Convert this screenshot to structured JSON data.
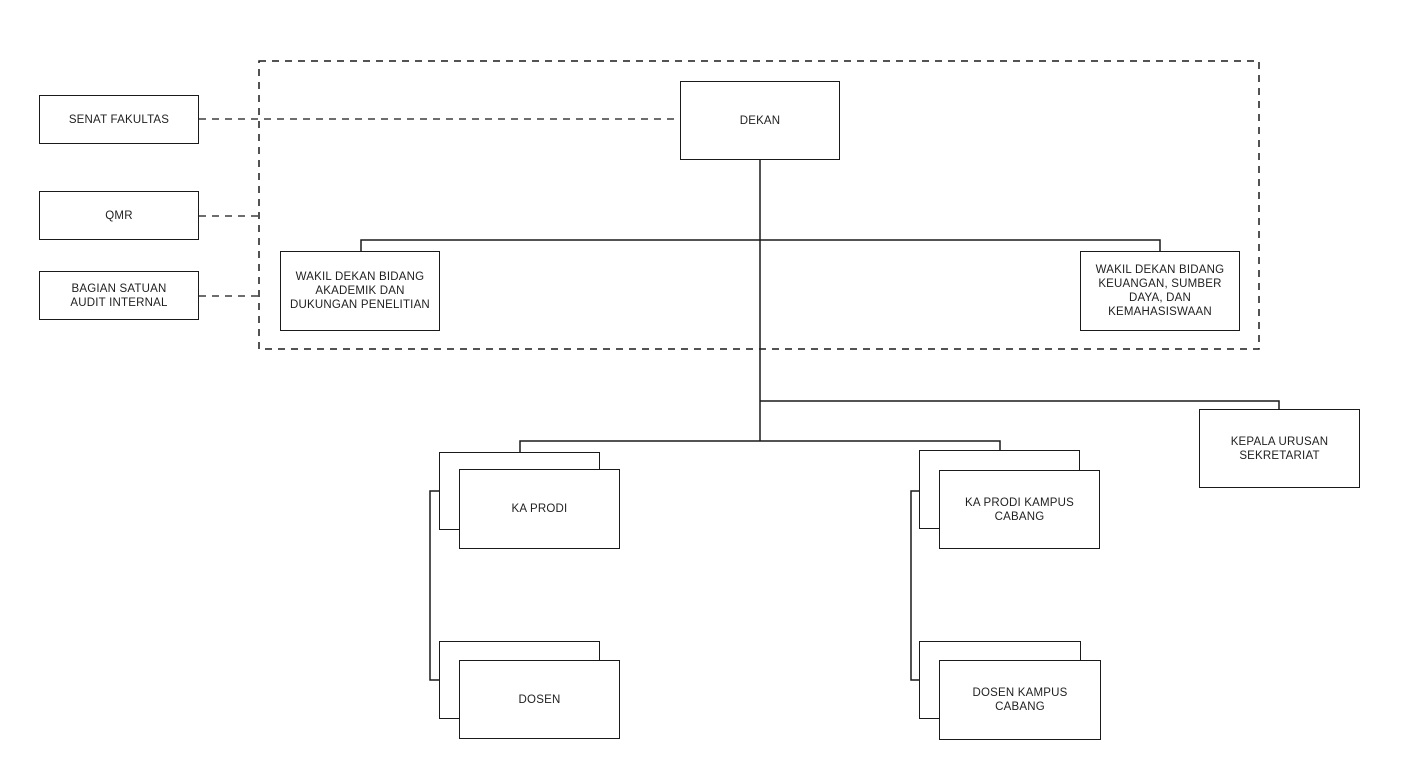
{
  "diagram": {
    "type": "org-chart",
    "colors": {
      "stroke": "#1a1a1a",
      "dashed_connector": "#3d3d3d",
      "background": "#ffffff",
      "text": "#1f1f1f"
    },
    "nodes": {
      "senat_fakultas": {
        "label": "SENAT FAKULTAS"
      },
      "qmr": {
        "label": "QMR"
      },
      "bagian_audit": {
        "label": "BAGIAN SATUAN\nAUDIT INTERNAL"
      },
      "dekan": {
        "label": "DEKAN"
      },
      "wakil_akademik": {
        "label": "WAKIL DEKAN BIDANG\nAKADEMIK DAN\nDUKUNGAN PENELITIAN"
      },
      "wakil_keuangan": {
        "label": "WAKIL DEKAN BIDANG\nKEUANGAN, SUMBER\nDAYA, DAN\nKEMAHASISWAAN"
      },
      "kepala_sekretariat": {
        "label": "KEPALA URUSAN\nSEKRETARIAT"
      },
      "ka_prodi": {
        "label": "KA PRODI"
      },
      "ka_prodi_cabang": {
        "label": "KA PRODI KAMPUS\nCABANG"
      },
      "dosen": {
        "label": "DOSEN"
      },
      "dosen_cabang": {
        "label": "DOSEN KAMPUS\nCABANG"
      }
    },
    "relationships": {
      "solid_reports_to_dekan": [
        "wakil_akademik",
        "wakil_keuangan",
        "ka_prodi",
        "ka_prodi_cabang",
        "kepala_sekretariat"
      ],
      "dashed_coordination": [
        "senat_fakultas",
        "qmr",
        "bagian_audit"
      ],
      "stacked_multi_instance": [
        "ka_prodi",
        "ka_prodi_cabang",
        "dosen",
        "dosen_cabang"
      ]
    }
  }
}
